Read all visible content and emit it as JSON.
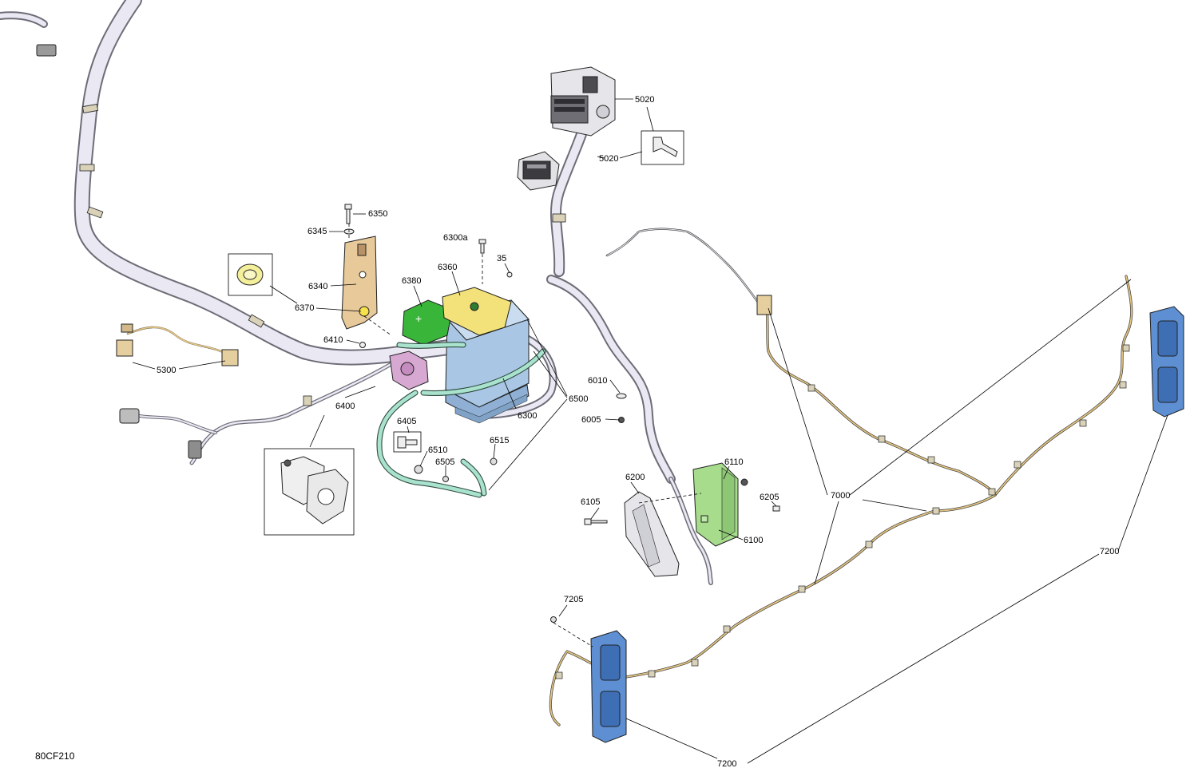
{
  "diagram_code": "80CF210",
  "callouts": {
    "c5020a": "5020",
    "c5020b": "5020",
    "c6350": "6350",
    "c6345": "6345",
    "c6340": "6340",
    "c6370": "6370",
    "c6300a": "6300a",
    "c35": "35",
    "c6360": "6360",
    "c6380": "6380",
    "c6410": "6410",
    "c5300": "5300",
    "c6400": "6400",
    "c6405": "6405",
    "c6510": "6510",
    "c6505": "6505",
    "c6515": "6515",
    "c6300": "6300",
    "c6500": "6500",
    "c6010": "6010",
    "c6005": "6005",
    "c6110": "6110",
    "c6200": "6200",
    "c6205": "6205",
    "c6105": "6105",
    "c6100": "6100",
    "c7000": "7000",
    "c7200a": "7200",
    "c7200b": "7200",
    "c7205": "7205"
  },
  "colors": {
    "battery": "#a9c7e4",
    "battery_cover_pos": "#39b53a",
    "battery_cover_neg": "#f3e27a",
    "bracket": "#e7c99a",
    "relay": "#d7a9d2",
    "cable": "#a9e3cd",
    "module": "#a6dc8c",
    "tail_light": "#5d8fd2",
    "wire": "#e2c481",
    "harness": "#e9e8f3"
  }
}
